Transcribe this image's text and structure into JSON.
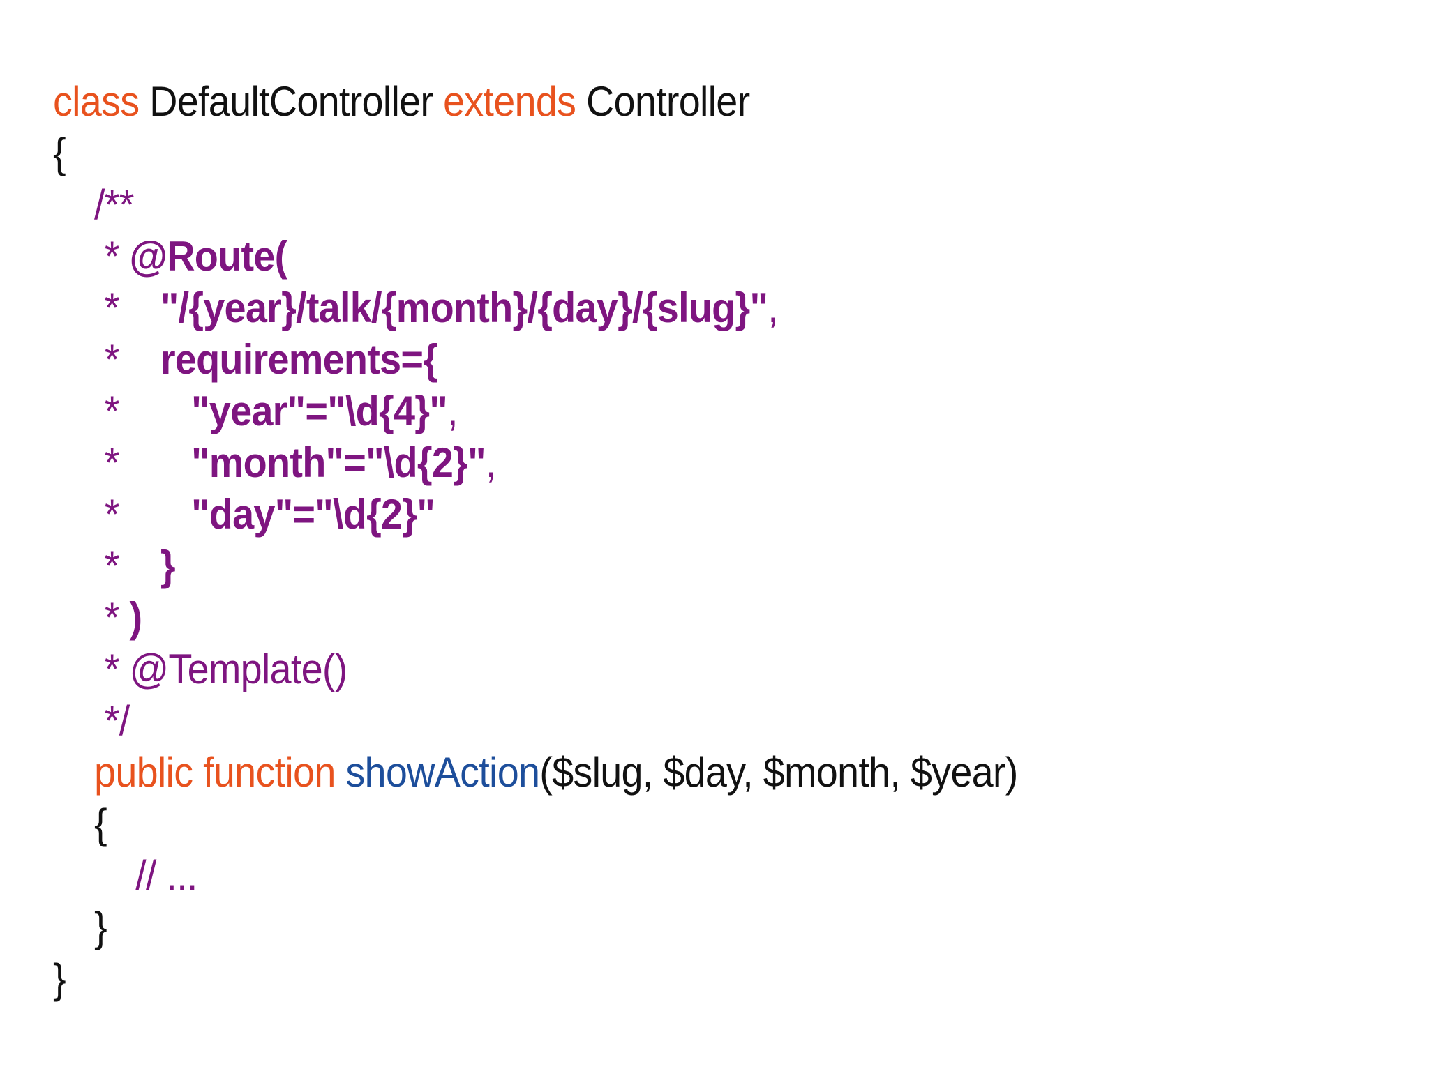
{
  "slide": {
    "kind": "code-slide",
    "language": "php",
    "background_color": "#ffffff"
  },
  "colors": {
    "keyword": "#E8521E",
    "identifier": "#111111",
    "comment": "#7E1580",
    "annotation": "#7E1580",
    "method_name": "#1D4E9B",
    "background": "#ffffff"
  },
  "code": {
    "lines": [
      {
        "id": "line-class-declaration",
        "tokens": [
          {
            "text": "class ",
            "style": "kw"
          },
          {
            "text": "DefaultController ",
            "style": "plain"
          },
          {
            "text": "extends ",
            "style": "kw"
          },
          {
            "text": "Controller",
            "style": "plain"
          }
        ]
      },
      {
        "id": "line-class-open-brace",
        "tokens": [
          {
            "text": "{",
            "style": "brace"
          }
        ]
      },
      {
        "id": "line-docblock-open",
        "tokens": [
          {
            "text": "    /**",
            "style": "comment"
          }
        ]
      },
      {
        "id": "line-route-annotation",
        "tokens": [
          {
            "text": "     * ",
            "style": "comment"
          },
          {
            "text": "@Route(",
            "style": "ann"
          }
        ]
      },
      {
        "id": "line-route-path",
        "tokens": [
          {
            "text": "     *    ",
            "style": "comment"
          },
          {
            "text": "\"/{year}/talk/{month}/{day}/{slug}\"",
            "style": "ann"
          },
          {
            "text": ",",
            "style": "comment"
          }
        ]
      },
      {
        "id": "line-requirements-open",
        "tokens": [
          {
            "text": "     *    ",
            "style": "comment"
          },
          {
            "text": "requirements={",
            "style": "ann"
          }
        ]
      },
      {
        "id": "line-requirement-year",
        "tokens": [
          {
            "text": "     *       ",
            "style": "comment"
          },
          {
            "text": "\"year\"=\"\\d{4}\"",
            "style": "ann"
          },
          {
            "text": ",",
            "style": "comment"
          }
        ]
      },
      {
        "id": "line-requirement-month",
        "tokens": [
          {
            "text": "     *       ",
            "style": "comment"
          },
          {
            "text": "\"month\"=\"\\d{2}\"",
            "style": "ann"
          },
          {
            "text": ",",
            "style": "comment"
          }
        ]
      },
      {
        "id": "line-requirement-day",
        "tokens": [
          {
            "text": "     *       ",
            "style": "comment"
          },
          {
            "text": "\"day\"=\"\\d{2}\"",
            "style": "ann"
          }
        ]
      },
      {
        "id": "line-requirements-close",
        "tokens": [
          {
            "text": "     *    ",
            "style": "comment"
          },
          {
            "text": "}",
            "style": "ann"
          }
        ]
      },
      {
        "id": "line-route-close",
        "tokens": [
          {
            "text": "     * ",
            "style": "comment"
          },
          {
            "text": ")",
            "style": "ann"
          }
        ]
      },
      {
        "id": "line-template-annotation",
        "tokens": [
          {
            "text": "     * @Template()",
            "style": "comment"
          }
        ]
      },
      {
        "id": "line-docblock-close",
        "tokens": [
          {
            "text": "     */",
            "style": "comment"
          }
        ]
      },
      {
        "id": "line-method-signature",
        "tokens": [
          {
            "text": "    public function ",
            "style": "kw"
          },
          {
            "text": "showAction",
            "style": "fn"
          },
          {
            "text": "($slug, $day, $month, $year)",
            "style": "plain"
          }
        ]
      },
      {
        "id": "line-method-open-brace",
        "tokens": [
          {
            "text": "    {",
            "style": "brace"
          }
        ]
      },
      {
        "id": "line-method-body-comment",
        "tokens": [
          {
            "text": "        // ...",
            "style": "comment"
          }
        ]
      },
      {
        "id": "line-method-close-brace",
        "tokens": [
          {
            "text": "    }",
            "style": "brace"
          }
        ]
      },
      {
        "id": "line-class-close-brace",
        "tokens": [
          {
            "text": "}",
            "style": "brace"
          }
        ]
      }
    ]
  }
}
